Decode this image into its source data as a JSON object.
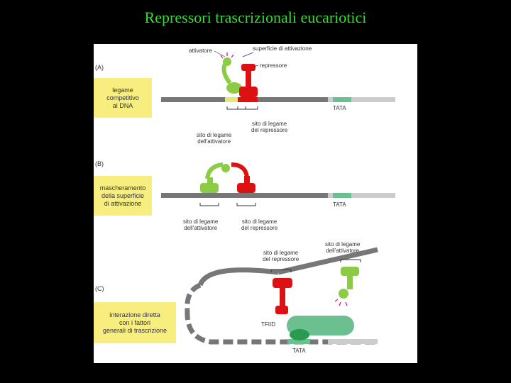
{
  "title": "Repressori trascrizionali eucariotici",
  "panels": {
    "a": {
      "letter": "(A)",
      "box": "legame\ncompetitivo\nal DNA",
      "activator": "attivatore",
      "activation_surface": "superficie di attivazione",
      "repressor": "repressore",
      "tata": "TATA",
      "activator_site": "sito di legame\ndell'attivatore",
      "repressor_site": "sito di legame\ndel repressore"
    },
    "b": {
      "letter": "(B)",
      "box": "mascheramento\ndella superficie\ndi attivazione",
      "tata": "TATA",
      "activator_site": "sito di legame\ndell'attivatore",
      "repressor_site": "sito di legame\ndel repressore"
    },
    "c": {
      "letter": "(C)",
      "box": "interazione diretta\ncon i fattori\ngenerali di trascrizione",
      "repressor_site": "sito di legame\ndel repressore",
      "activator_site": "sito di legame\ndell'attivatore",
      "tfiid": "TFIID",
      "tata": "TATA"
    }
  },
  "colors": {
    "title": "#33dd33",
    "activator": "#8ccc44",
    "repressor": "#dd1111",
    "tata": "#6cc090",
    "dna": "#777777",
    "box": "#f8ee80"
  }
}
